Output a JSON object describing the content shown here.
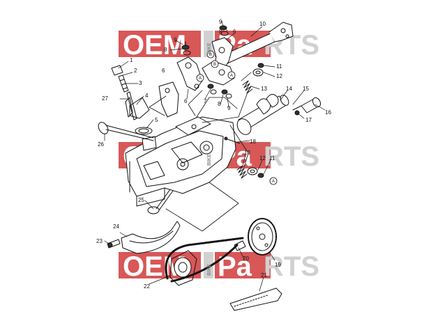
{
  "watermark": {
    "left": "OEM",
    "bike": "BIKE",
    "right_a": "Pa",
    "right_b": "RTS",
    "color_red": "#d23a3a",
    "color_gray": "#c9c9c9"
  },
  "callouts": {
    "c1": "1",
    "c2": "2",
    "c3": "3",
    "c4": "4",
    "c5": "5",
    "c6a": "6",
    "c6b": "6",
    "c6c": "6",
    "c7": "7",
    "c8a": "8",
    "c8b": "8",
    "c8c": "8",
    "c9a": "9",
    "c9b": "9",
    "c9c": "9",
    "c10": "10",
    "c11a": "11",
    "c11b": "11",
    "c12a": "12",
    "c12b": "12",
    "c13a": "13",
    "c13b": "13",
    "c14": "14",
    "c15": "15",
    "c16": "16",
    "c17": "17",
    "c18": "18",
    "c19": "19",
    "c20": "20",
    "c21": "21",
    "c22": "22",
    "c23": "23",
    "c24": "24",
    "c25": "25",
    "c26": "26",
    "c27": "27",
    "refA1": "A",
    "refB1": "B",
    "refA2": "A",
    "refB2": "B",
    "refA3": "A"
  }
}
